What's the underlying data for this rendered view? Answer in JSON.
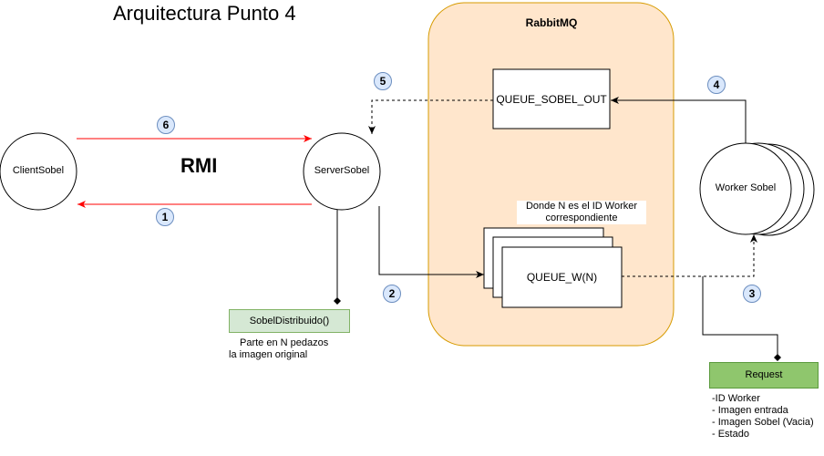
{
  "title": "Arquitectura Punto 4",
  "rabbitmq": {
    "label": "RabbitMQ"
  },
  "nodes": {
    "client": "ClientSobel",
    "server": "ServerSobel",
    "worker": "Worker Sobel"
  },
  "rmi_label": "RMI",
  "queues": {
    "out": "QUEUE_SOBEL_OUT",
    "worker": "QUEUE_W(N)"
  },
  "queue_note": [
    "Donde N es el ID Worker",
    "correspondiente"
  ],
  "sobel_box": {
    "label": "SobelDistribuido()",
    "note": [
      "Parte en N pedazos",
      "la imagen original"
    ]
  },
  "request_box": {
    "label": "Request",
    "fields": [
      "-ID Worker",
      "- Imagen entrada",
      "- Imagen Sobel (Vacia)",
      "- Estado"
    ]
  },
  "steps": [
    "1",
    "2",
    "3",
    "4",
    "5",
    "6"
  ],
  "colors": {
    "rabbit_fill": "#ffe6cc",
    "rabbit_stroke": "#d79b00",
    "rmi_arrow": "#ff0000",
    "badge_fill": "#dae8fc",
    "badge_stroke": "#6c8ebf",
    "green_fill": "#d5e8d4",
    "green_stroke": "#82b366",
    "request_fill": "#8fc66d"
  }
}
